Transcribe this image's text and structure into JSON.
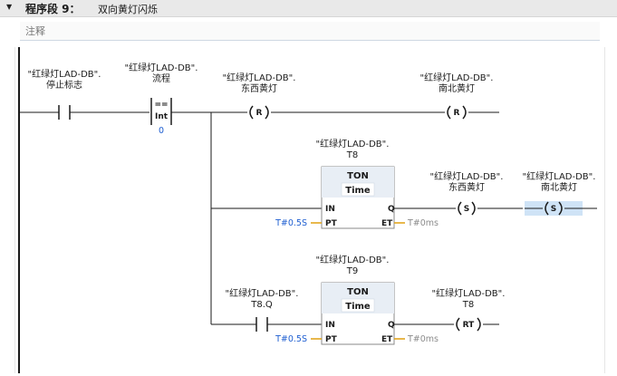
{
  "header": {
    "title": "程序段 9：",
    "subtitle": "双向黄灯闪烁",
    "collapse_icon": "triangle-down-icon"
  },
  "comment": {
    "label": "注释"
  },
  "rung1": {
    "contact_stop": {
      "var1": "\"红绿灯LAD-DB\".",
      "var2": "停止标志"
    },
    "compare": {
      "var1": "\"红绿灯LAD-DB\".",
      "var2": "流程",
      "op": "==",
      "type": "Int",
      "value": "0"
    },
    "coil_reset_ew": {
      "var1": "\"红绿灯LAD-DB\".",
      "var2": "东西黄灯",
      "letter": "R"
    },
    "coil_reset_ns": {
      "var1": "\"红绿灯LAD-DB\".",
      "var2": "南北黄灯",
      "letter": "R"
    }
  },
  "rung2": {
    "timer": {
      "instance1": "\"红绿灯LAD-DB\".",
      "instance2": "T8",
      "type": "TON",
      "subtype": "Time",
      "in": "IN",
      "q": "Q",
      "pt": "PT",
      "et": "ET",
      "pt_value": "T#0.5S",
      "et_value": "T#0ms"
    },
    "coil_set_ew": {
      "var1": "\"红绿灯LAD-DB\".",
      "var2": "东西黄灯",
      "letter": "S"
    },
    "coil_set_ns": {
      "var1": "\"红绿灯LAD-DB\".",
      "var2": "南北黄灯",
      "letter": "S"
    }
  },
  "rung3": {
    "contact_t8q": {
      "var1": "\"红绿灯LAD-DB\".",
      "var2": "T8.Q"
    },
    "timer": {
      "instance1": "\"红绿灯LAD-DB\".",
      "instance2": "T9",
      "type": "TON",
      "subtype": "Time",
      "in": "IN",
      "q": "Q",
      "pt": "PT",
      "et": "ET",
      "pt_value": "T#0.5S",
      "et_value": "T#0ms"
    },
    "coil_rt": {
      "var1": "\"红绿灯LAD-DB\".",
      "var2": "T8",
      "letter": "RT"
    }
  },
  "colors": {
    "wire": "#1a1a1a",
    "box_header": "#e8eef5",
    "selection": "#cfe3f6",
    "literal": "#1f5fd1",
    "output_value": "#8c8c8c",
    "pin_wire": "#e0a010"
  }
}
